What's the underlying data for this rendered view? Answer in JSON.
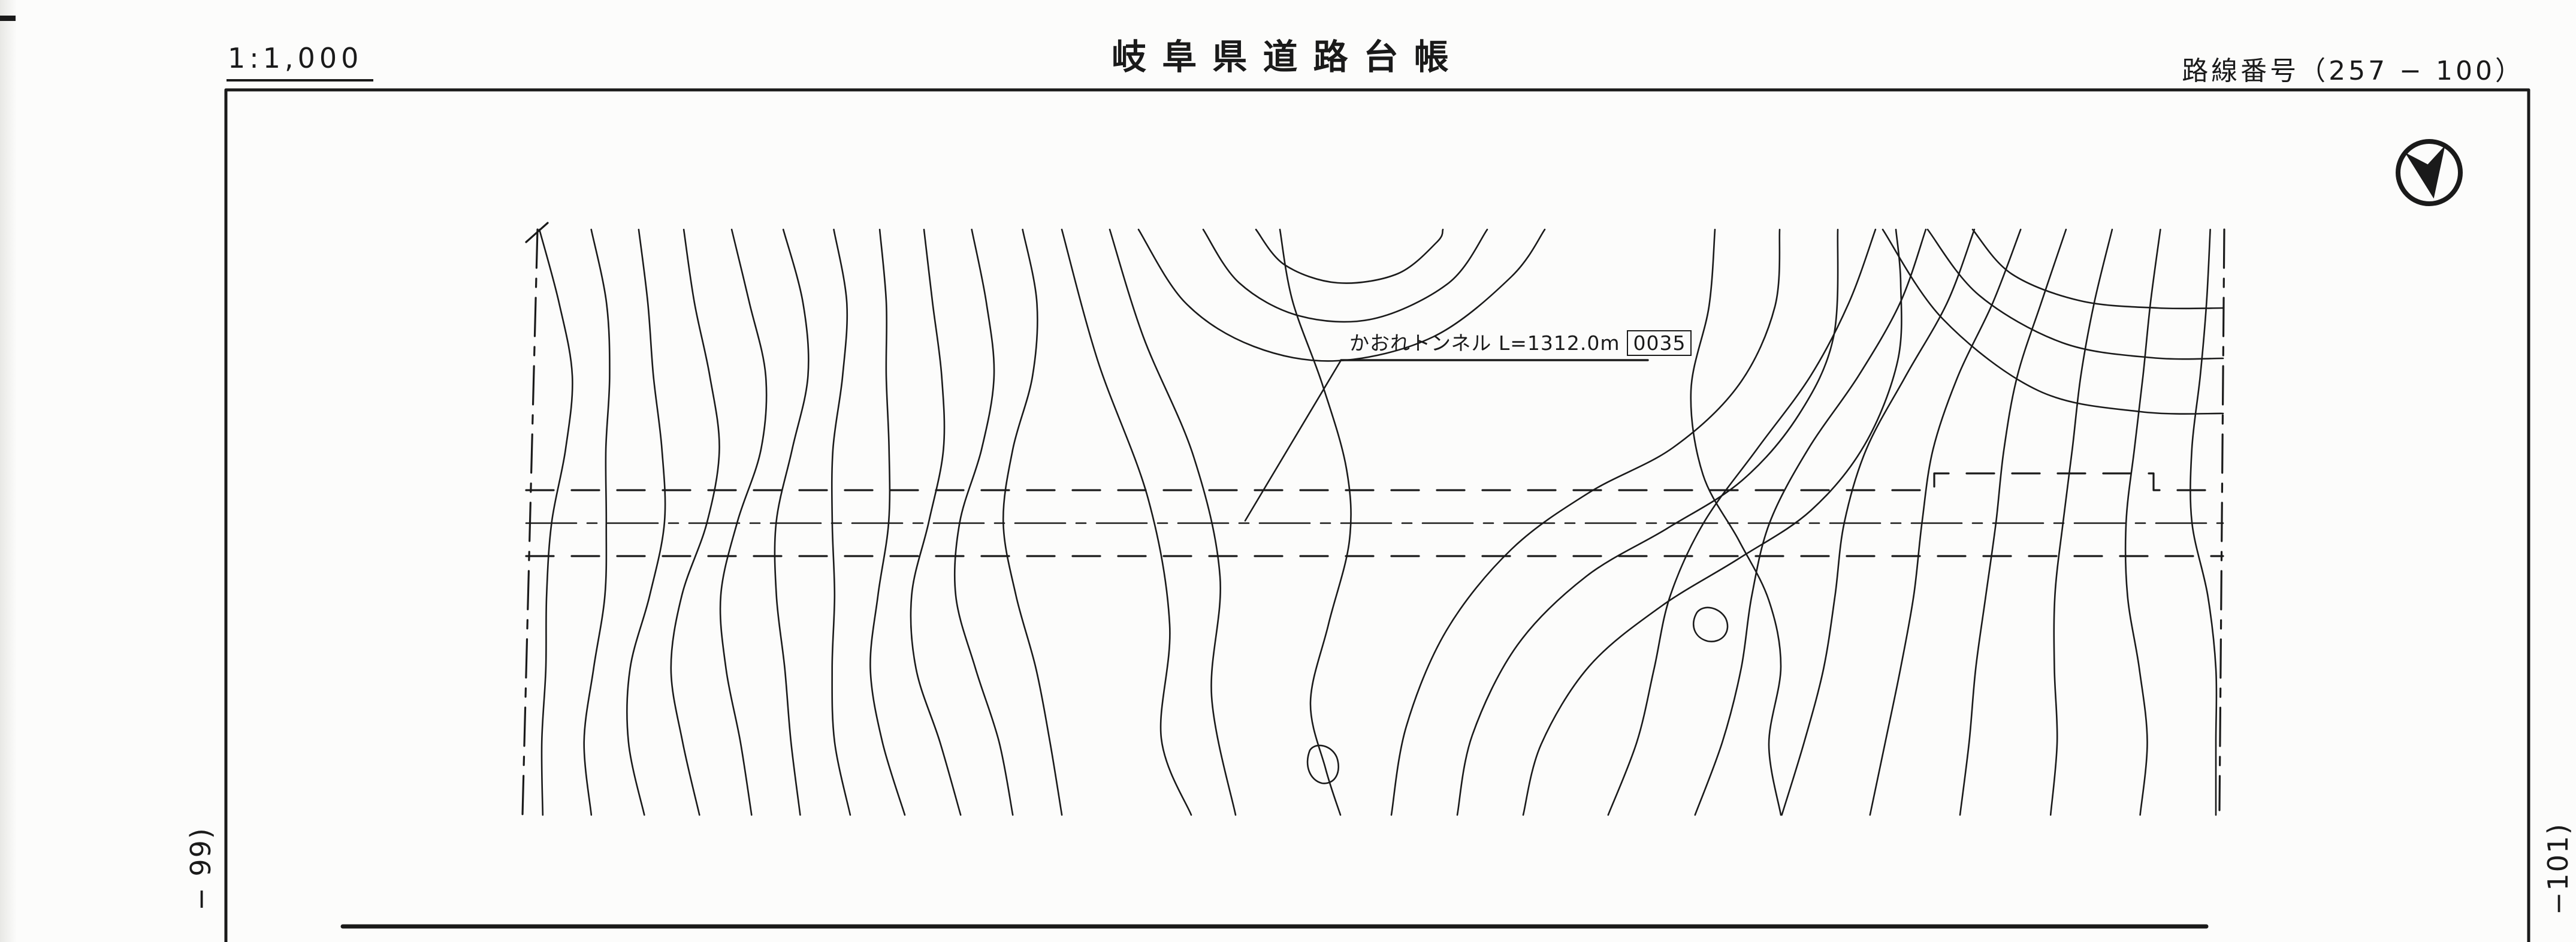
{
  "header": {
    "scale_label": "1:1,000",
    "title": "岐阜県道路台帳",
    "route_number": "路線番号（257 − 100）"
  },
  "map": {
    "tunnel_label_text": "かおれトンネル L=1312.0m",
    "tunnel_label_code": "0035",
    "north_arrow_icon": "north-arrow",
    "line_color": "#1a1a1a",
    "paper_color": "#fcfcfb"
  },
  "sheet_refs": {
    "left": "− 99)",
    "right": "−101)"
  }
}
